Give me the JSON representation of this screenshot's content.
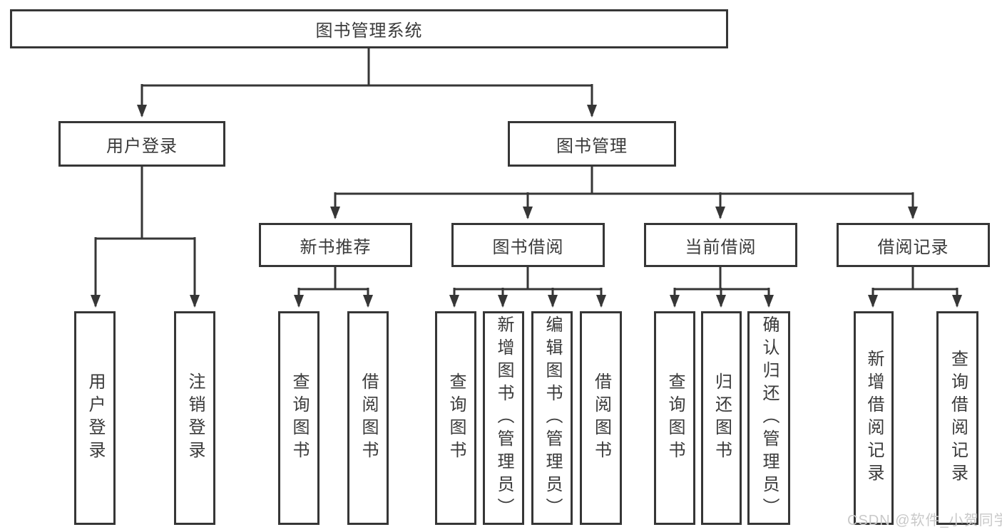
{
  "tree": {
    "root": {
      "label": "图书管理系统"
    },
    "level2": [
      {
        "label": "用户登录",
        "children": [
          {
            "label": "用户登录"
          },
          {
            "label": "注销登录"
          }
        ]
      },
      {
        "label": "图书管理",
        "children": [
          {
            "label": "新书推荐",
            "children": [
              {
                "label": "查询图书"
              },
              {
                "label": "借阅图书"
              }
            ]
          },
          {
            "label": "图书借阅",
            "children": [
              {
                "label": "查询图书"
              },
              {
                "label": "新增图书（管理员）"
              },
              {
                "label": "编辑图书（管理员）"
              },
              {
                "label": "借阅图书"
              }
            ]
          },
          {
            "label": "当前借阅",
            "children": [
              {
                "label": "查询图书"
              },
              {
                "label": "归还图书"
              },
              {
                "label": "确认归还（管理员）"
              }
            ]
          },
          {
            "label": "借阅记录",
            "children": [
              {
                "label": "新增借阅记录"
              },
              {
                "label": "查询借阅记录"
              }
            ]
          }
        ]
      }
    ]
  },
  "watermark": {
    "text": "CSDN @软件_小贺同学"
  },
  "colors": {
    "line": "#363636",
    "text": "#3a3a3a",
    "background": "#ffffff",
    "watermark": "#c9c9c9"
  }
}
